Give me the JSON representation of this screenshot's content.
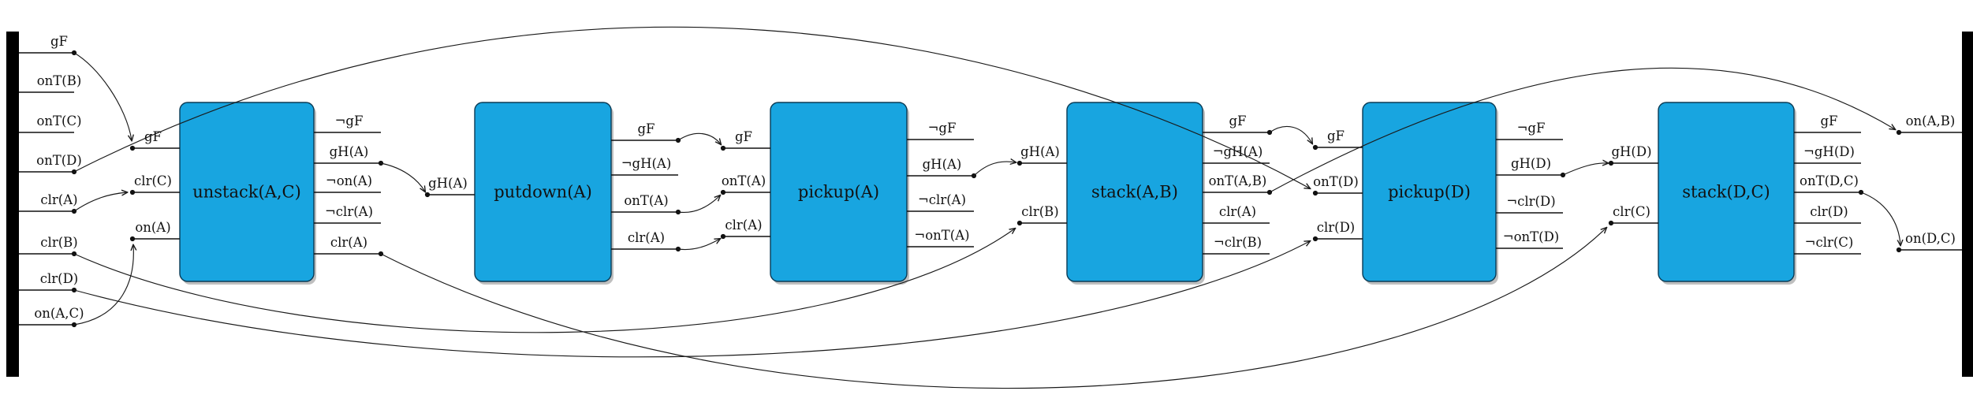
{
  "diagram": {
    "type": "blocks-world-plan-graph",
    "initial_state": {
      "predicates": [
        "gF",
        "onT(B)",
        "onT(C)",
        "onT(D)",
        "clr(A)",
        "clr(B)",
        "clr(D)",
        "on(A,C)"
      ]
    },
    "goal_state": {
      "predicates": [
        "on(A,B)",
        "on(D,C)"
      ]
    },
    "actions": [
      {
        "name": "unstack(A,C)",
        "preconditions": [
          "gF",
          "clr(C)",
          "on(A)"
        ],
        "effects": [
          "¬gF",
          "gH(A)",
          "¬on(A)",
          "¬clr(A)",
          "clr(A)"
        ]
      },
      {
        "name": "putdown(A)",
        "preconditions": [
          "gH(A)"
        ],
        "effects": [
          "gF",
          "¬gH(A)",
          "onT(A)",
          "clr(A)"
        ]
      },
      {
        "name": "pickup(A)",
        "preconditions": [
          "gF",
          "onT(A)",
          "clr(A)"
        ],
        "effects": [
          "¬gF",
          "gH(A)",
          "¬clr(A)",
          "¬onT(A)"
        ]
      },
      {
        "name": "stack(A,B)",
        "preconditions": [
          "gH(A)",
          "clr(B)"
        ],
        "effects": [
          "gF",
          "¬gH(A)",
          "onT(A,B)",
          "clr(A)",
          "¬clr(B)"
        ]
      },
      {
        "name": "pickup(D)",
        "preconditions": [
          "gF",
          "onT(D)",
          "clr(D)"
        ],
        "effects": [
          "¬gF",
          "gH(D)",
          "¬clr(D)",
          "¬onT(D)"
        ]
      },
      {
        "name": "stack(D,C)",
        "preconditions": [
          "gH(D)",
          "clr(C)"
        ],
        "effects": [
          "gF",
          "¬gH(D)",
          "onT(D,C)",
          "clr(D)",
          "¬clr(C)"
        ]
      }
    ],
    "edges": [
      {
        "from": "init.gF",
        "to": "unstack(A,C).pre.gF"
      },
      {
        "from": "init.onT(D)",
        "to": "pickup(D).pre.onT(D)"
      },
      {
        "from": "init.clr(A)",
        "to": "unstack(A,C).pre.clr(C)"
      },
      {
        "from": "init.clr(B)",
        "to": "stack(A,B).pre.clr(B)"
      },
      {
        "from": "init.clr(D)",
        "to": "pickup(D).pre.clr(D)"
      },
      {
        "from": "init.on(A,C)",
        "to": "unstack(A,C).pre.on(A)"
      },
      {
        "from": "unstack(A,C).eff.gH(A)",
        "to": "putdown(A).pre.gH(A)"
      },
      {
        "from": "unstack(A,C).eff.clr(A)",
        "to": "stack(D,C).pre.clr(C)"
      },
      {
        "from": "putdown(A).eff.gF",
        "to": "pickup(A).pre.gF"
      },
      {
        "from": "putdown(A).eff.onT(A)",
        "to": "pickup(A).pre.onT(A)"
      },
      {
        "from": "putdown(A).eff.clr(A)",
        "to": "pickup(A).pre.clr(A)"
      },
      {
        "from": "pickup(A).eff.gH(A)",
        "to": "stack(A,B).pre.gH(A)"
      },
      {
        "from": "stack(A,B).eff.gF",
        "to": "pickup(D).pre.gF"
      },
      {
        "from": "stack(A,B).eff.onT(A,B)",
        "to": "goal.on(A,B)"
      },
      {
        "from": "pickup(D).eff.gH(D)",
        "to": "stack(D,C).pre.gH(D)"
      },
      {
        "from": "stack(D,C).eff.onT(D,C)",
        "to": "goal.on(D,C)"
      }
    ],
    "colors": {
      "action_fill": "#18a5e0",
      "action_border": "#0a3b55",
      "bar": "#000000",
      "edge": "#1a1a1a",
      "shadow": "#8a8a8a"
    }
  }
}
